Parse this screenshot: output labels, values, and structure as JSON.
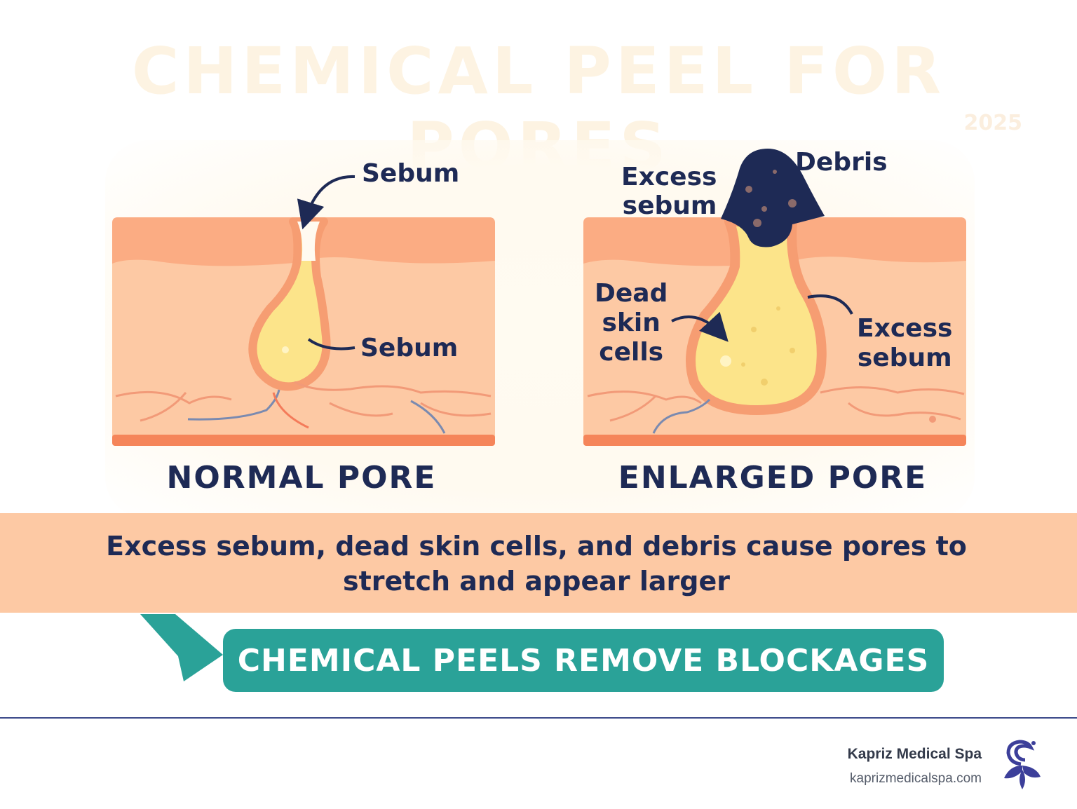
{
  "title": "CHEMICAL PEEL FOR PORES",
  "year": "2025",
  "normal_pore": {
    "caption": "NORMAL PORE",
    "label_top": "Sebum",
    "label_inner": "Sebum"
  },
  "enlarged_pore": {
    "caption": "ENLARGED PORE",
    "label_excess_top": "Excess\nsebum",
    "label_debris": "Debris",
    "label_dead_cells": "Dead\nskin\ncells",
    "label_excess_right": "Excess\nsebum"
  },
  "explanation": "Excess sebum, dead skin cells, and debris cause pores to stretch and appear larger",
  "cta": "CHEMICAL PEELS REMOVE BLOCKAGES",
  "footer": {
    "brand_name": "Kapriz Medical Spa",
    "brand_url": "kaprizmedicalspa.com"
  },
  "colors": {
    "skin_dermis": "#fdc9a4",
    "skin_epidermis": "#fbac83",
    "pore_outline": "#f69d72",
    "sebum": "#fce48a",
    "debris": "#1e2a55",
    "teal": "#2aa298",
    "navy": "#1e2a55"
  }
}
